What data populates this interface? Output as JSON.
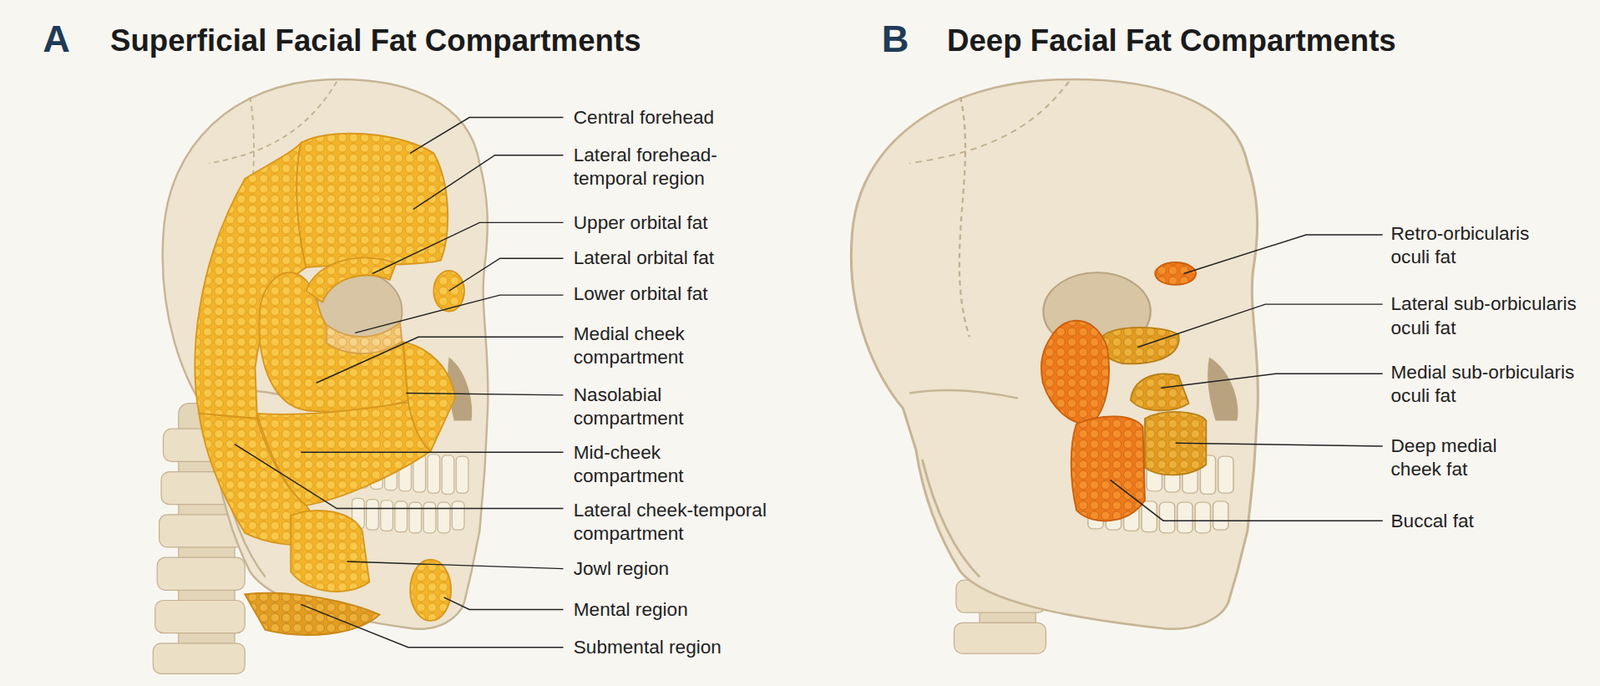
{
  "diagram": {
    "labels": [
      "A",
      "Superficial Facial Fat Compartments",
      "B",
      "Deep Facial Fat Compartments",
      "Central forehead",
      "Lateral forehead- temporal region",
      "Upper orbital fat",
      "Lateral orbital fat",
      "Lower orbital fat",
      "Medial cheek compartment",
      "Nasolabial compartment",
      "Mid-cheek compartment",
      "Lateral cheek-temporal compartment",
      "Jowl region",
      "Mental region",
      "Submental region",
      "Retro-orbicularis oculi fat",
      "Lateral sub-orbicularis oculi fat",
      "Medial sub-orbicularis oculi fat",
      "Deep medial cheek fat",
      "Buccal fat"
    ]
  }
}
